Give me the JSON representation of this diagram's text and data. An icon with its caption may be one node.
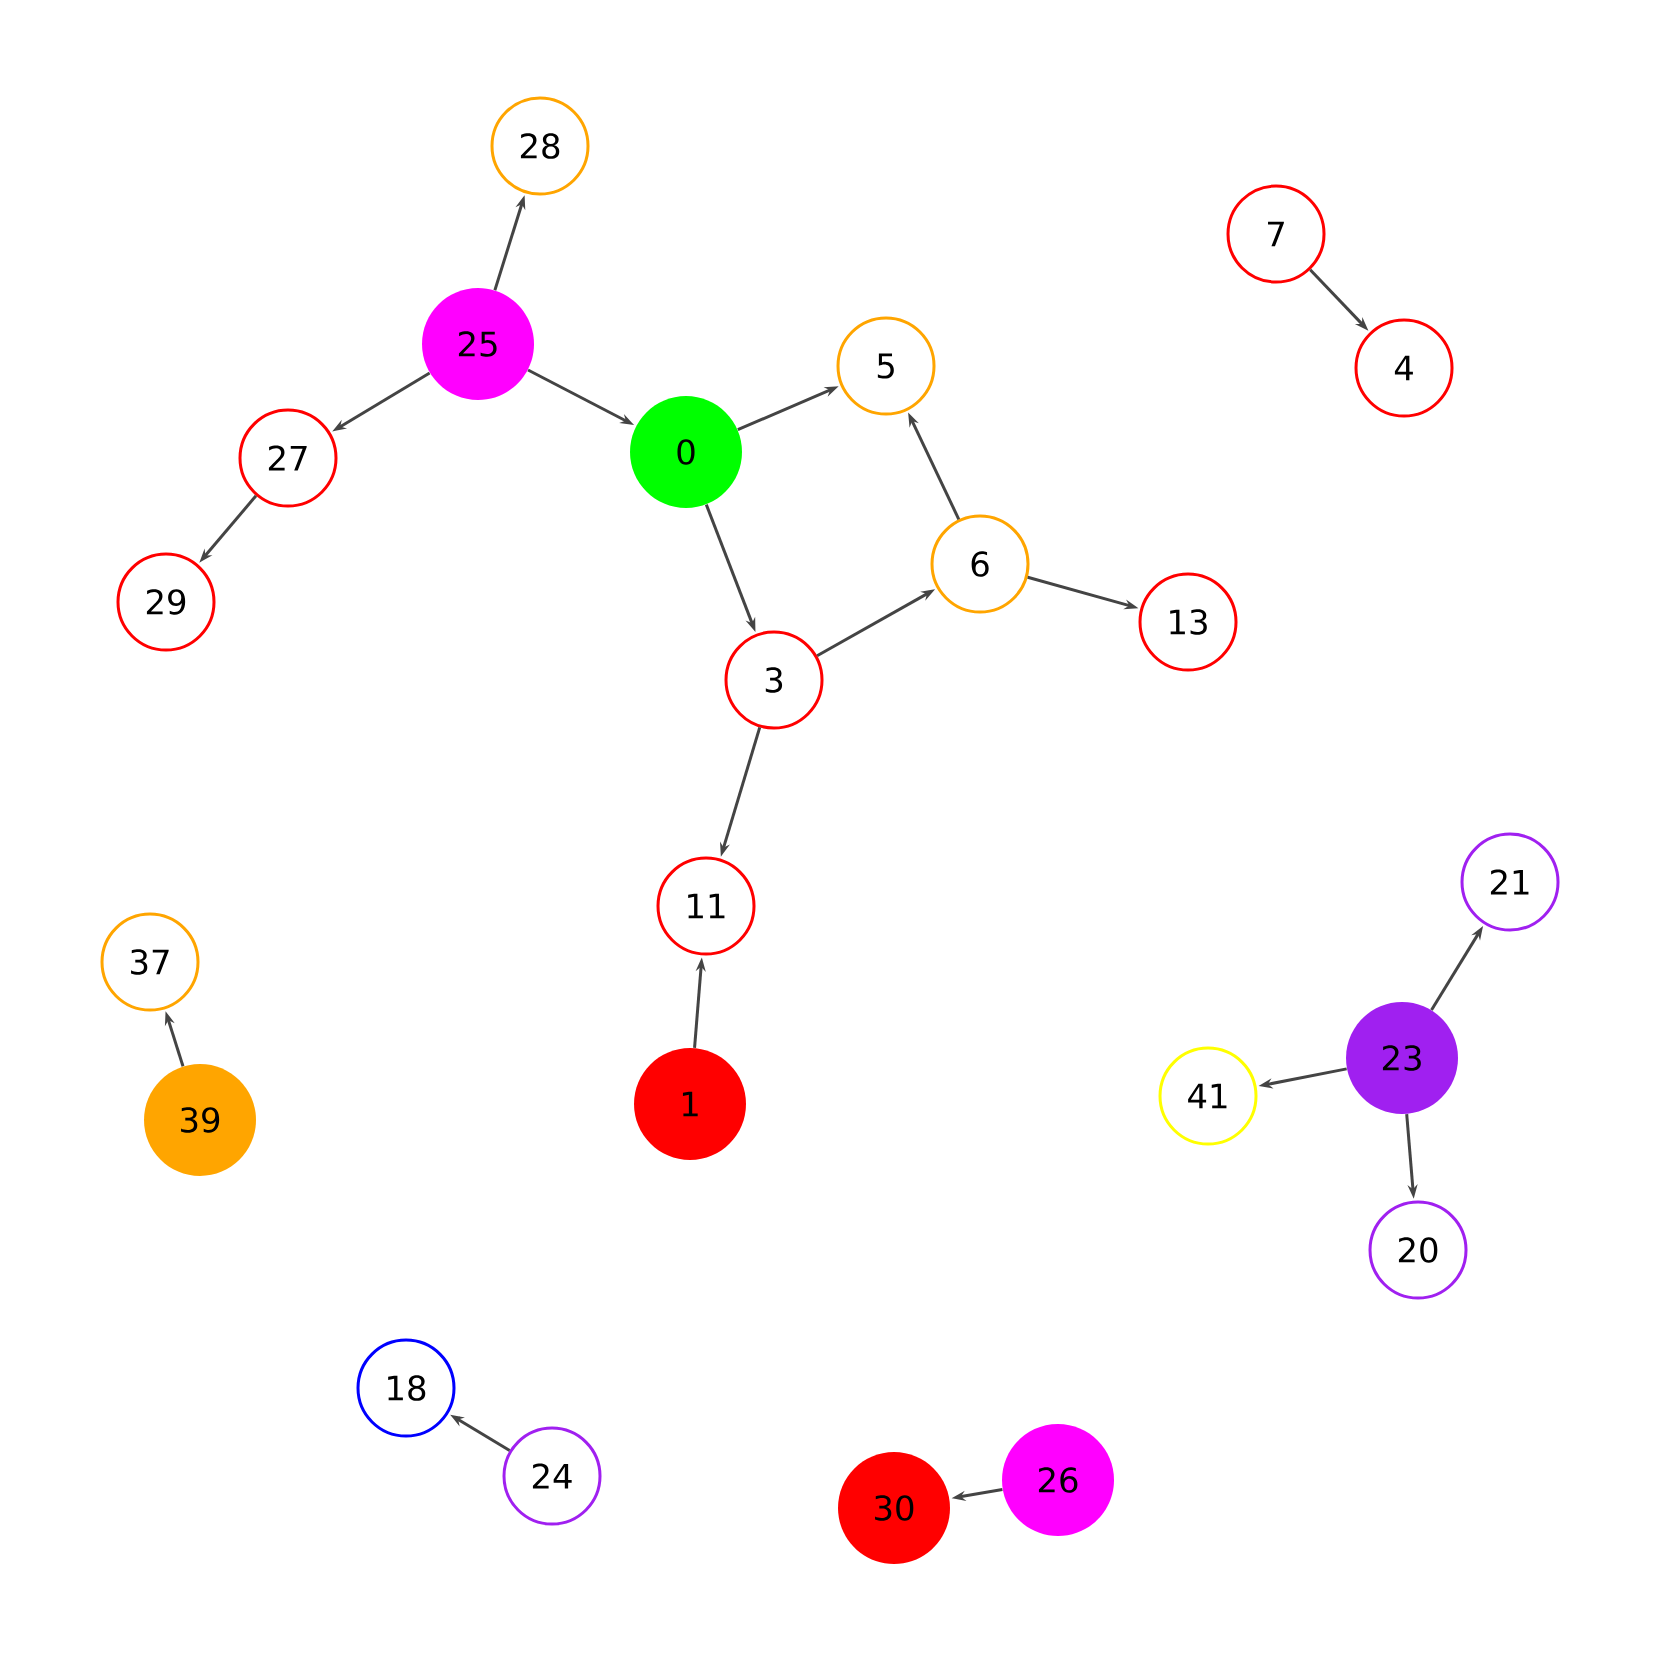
{
  "diagram": {
    "nodes": [
      {
        "text": [
          "28"
        ]
      },
      {
        "text": [
          "7"
        ]
      },
      {
        "text": [
          "25"
        ]
      },
      {
        "text": [
          "5"
        ]
      },
      {
        "text": [
          "4"
        ]
      },
      {
        "text": [
          "0"
        ]
      },
      {
        "text": [
          "27"
        ]
      },
      {
        "text": [
          "6"
        ]
      },
      {
        "text": [
          "29"
        ]
      },
      {
        "text": [
          "13"
        ]
      },
      {
        "text": [
          "3"
        ]
      },
      {
        "text": [
          "21"
        ]
      },
      {
        "text": [
          "11"
        ]
      },
      {
        "text": [
          "37"
        ]
      },
      {
        "text": [
          "23"
        ]
      },
      {
        "text": [
          "41"
        ]
      },
      {
        "text": [
          "1"
        ]
      },
      {
        "text": [
          "39"
        ]
      },
      {
        "text": [
          "20"
        ]
      },
      {
        "text": [
          "18"
        ]
      },
      {
        "text": [
          "24"
        ]
      },
      {
        "text": [
          "26"
        ]
      },
      {
        "text": [
          "30"
        ]
      }
    ],
    "edges": [
      {
        "from": 2,
        "to": 5,
        "arrow": "to"
      },
      {
        "from": 2,
        "to": 0,
        "arrow": "to"
      },
      {
        "from": 2,
        "to": 6,
        "arrow": "to"
      },
      {
        "from": 6,
        "to": 8,
        "arrow": "to"
      },
      {
        "from": 5,
        "to": 3,
        "arrow": "to"
      },
      {
        "from": 5,
        "to": 10,
        "arrow": "to"
      },
      {
        "from": 10,
        "to": 7,
        "arrow": "to"
      },
      {
        "from": 7,
        "to": 3,
        "arrow": "to"
      },
      {
        "from": 7,
        "to": 9,
        "arrow": "to"
      },
      {
        "from": 10,
        "to": 12,
        "arrow": "to"
      },
      {
        "from": 16,
        "to": 12,
        "arrow": "to"
      },
      {
        "from": 1,
        "to": 4,
        "arrow": "to"
      },
      {
        "from": 14,
        "to": 11,
        "arrow": "to"
      },
      {
        "from": 14,
        "to": 15,
        "arrow": "to"
      },
      {
        "from": 14,
        "to": 18,
        "arrow": "to"
      },
      {
        "from": 17,
        "to": 13,
        "arrow": "to"
      },
      {
        "from": 20,
        "to": 19,
        "arrow": "to"
      },
      {
        "from": 21,
        "to": 22,
        "arrow": "to"
      }
    ]
  }
}
